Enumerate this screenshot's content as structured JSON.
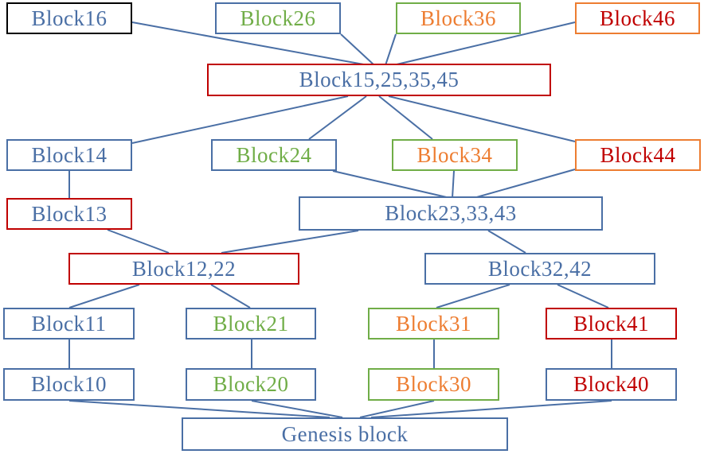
{
  "colors": {
    "blue": "#4a6fa5",
    "green": "#70ad47",
    "orange": "#ed7d31",
    "red": "#c00000",
    "black": "#000000",
    "edge": "#4a6fa5"
  },
  "blocks": [
    {
      "id": "b16",
      "label": "Block16",
      "text": "blue",
      "border": "black"
    },
    {
      "id": "b26",
      "label": "Block26",
      "text": "green",
      "border": "blue"
    },
    {
      "id": "b36",
      "label": "Block36",
      "text": "orange",
      "border": "green"
    },
    {
      "id": "b46",
      "label": "Block46",
      "text": "red",
      "border": "orange"
    },
    {
      "id": "b15",
      "label": "Block15,25,35,45",
      "text": "blue",
      "border": "red"
    },
    {
      "id": "b14",
      "label": "Block14",
      "text": "blue",
      "border": "blue"
    },
    {
      "id": "b24",
      "label": "Block24",
      "text": "green",
      "border": "blue"
    },
    {
      "id": "b34",
      "label": "Block34",
      "text": "orange",
      "border": "green"
    },
    {
      "id": "b44",
      "label": "Block44",
      "text": "red",
      "border": "orange"
    },
    {
      "id": "b13",
      "label": "Block13",
      "text": "blue",
      "border": "red"
    },
    {
      "id": "b23",
      "label": "Block23,33,43",
      "text": "blue",
      "border": "blue"
    },
    {
      "id": "b12",
      "label": "Block12,22",
      "text": "blue",
      "border": "red"
    },
    {
      "id": "b32",
      "label": "Block32,42",
      "text": "blue",
      "border": "blue"
    },
    {
      "id": "b11",
      "label": "Block11",
      "text": "blue",
      "border": "blue"
    },
    {
      "id": "b21",
      "label": "Block21",
      "text": "green",
      "border": "blue"
    },
    {
      "id": "b31",
      "label": "Block31",
      "text": "orange",
      "border": "green"
    },
    {
      "id": "b41",
      "label": "Block41",
      "text": "red",
      "border": "red"
    },
    {
      "id": "b10",
      "label": "Block10",
      "text": "blue",
      "border": "blue"
    },
    {
      "id": "b20",
      "label": "Block20",
      "text": "green",
      "border": "blue"
    },
    {
      "id": "b30",
      "label": "Block30",
      "text": "orange",
      "border": "green"
    },
    {
      "id": "b40",
      "label": "Block40",
      "text": "red",
      "border": "blue"
    },
    {
      "id": "genesis",
      "label": "Genesis block",
      "text": "blue",
      "border": "blue"
    }
  ],
  "edges": [
    [
      "b16",
      "b15"
    ],
    [
      "b26",
      "b15"
    ],
    [
      "b36",
      "b15"
    ],
    [
      "b46",
      "b15"
    ],
    [
      "b15",
      "b14"
    ],
    [
      "b15",
      "b24"
    ],
    [
      "b15",
      "b34"
    ],
    [
      "b15",
      "b44"
    ],
    [
      "b14",
      "b13"
    ],
    [
      "b24",
      "b23"
    ],
    [
      "b34",
      "b23"
    ],
    [
      "b44",
      "b23"
    ],
    [
      "b13",
      "b12"
    ],
    [
      "b23",
      "b12"
    ],
    [
      "b23",
      "b32"
    ],
    [
      "b12",
      "b11"
    ],
    [
      "b12",
      "b21"
    ],
    [
      "b32",
      "b31"
    ],
    [
      "b32",
      "b41"
    ],
    [
      "b11",
      "b10"
    ],
    [
      "b21",
      "b20"
    ],
    [
      "b31",
      "b30"
    ],
    [
      "b41",
      "b40"
    ],
    [
      "b10",
      "genesis"
    ],
    [
      "b20",
      "genesis"
    ],
    [
      "b30",
      "genesis"
    ],
    [
      "b40",
      "genesis"
    ]
  ]
}
